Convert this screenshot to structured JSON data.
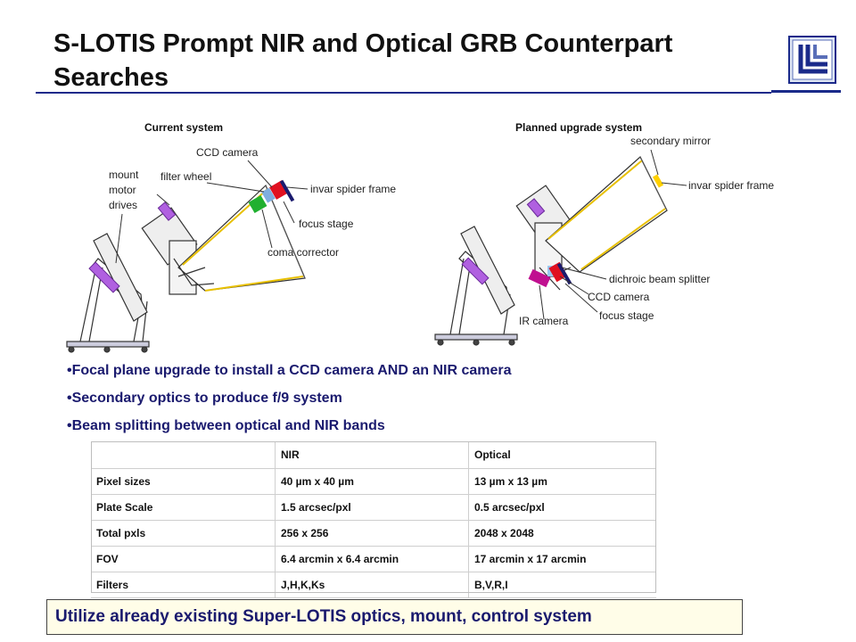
{
  "title": "S-LOTIS Prompt NIR and Optical GRB Counterpart Searches",
  "current": {
    "caption": "Current system",
    "labels": {
      "ccd_camera": "CCD camera",
      "filter_wheel": "filter wheel",
      "mount_motor_drives": "mount motor drives",
      "invar_spider_frame": "invar spider frame",
      "focus_stage": "focus stage",
      "coma_corrector": "coma corrector"
    }
  },
  "planned": {
    "caption": "Planned upgrade system",
    "labels": {
      "secondary_mirror": "secondary mirror",
      "invar_spider_frame": "invar spider frame",
      "dichroic_beam_splitter": "dichroic beam splitter",
      "ccd_camera": "CCD camera",
      "focus_stage": "focus stage",
      "ir_camera": "IR camera"
    }
  },
  "bullets": [
    "•Focal plane upgrade to install a CCD camera AND an NIR camera",
    "•Secondary optics to produce f/9 system",
    "•Beam splitting between optical and NIR bands"
  ],
  "table": {
    "headers": [
      "",
      "NIR",
      "Optical"
    ],
    "rows": [
      [
        "Pixel sizes",
        "40 µm x 40 µm",
        "13 µm x 13 µm"
      ],
      [
        "Plate Scale",
        "1.5 arcsec/pxl",
        "0.5 arcsec/pxl"
      ],
      [
        "Total pxls",
        "256 x 256",
        "2048 x 2048"
      ],
      [
        "FOV",
        "6.4 arcmin x 6.4 arcmin",
        "17 arcmin x 17 arcmin"
      ],
      [
        "Filters",
        "J,H,K,Ks",
        "B,V,R,I"
      ]
    ]
  },
  "footer": "Utilize already existing Super-LOTIS optics, mount, control system",
  "colors": {
    "title_rule": "#1a2a8a",
    "bullet_text": "#1a1a6e",
    "accent_purple": "#b060e0",
    "ccd_red": "#e01020",
    "coma_green": "#20b030",
    "ir_magenta": "#c01090",
    "mirror_yellow": "#ffd000"
  }
}
